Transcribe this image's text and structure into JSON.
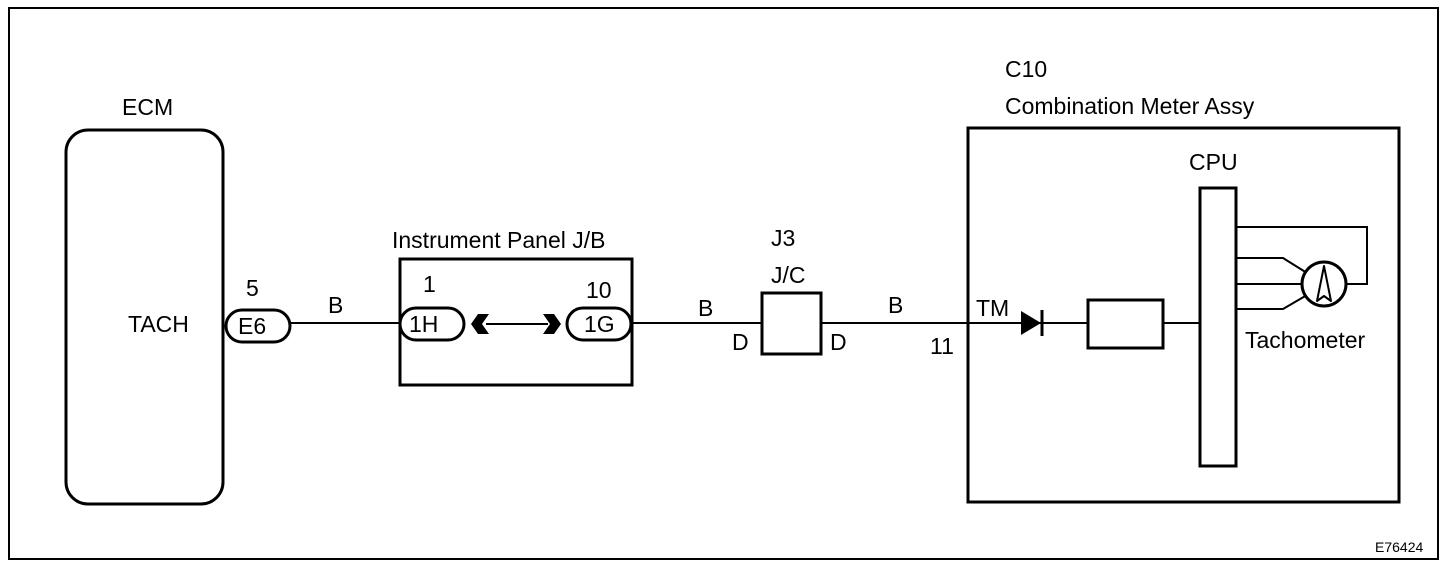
{
  "ecm": {
    "title": "ECM",
    "terminal": "TACH"
  },
  "ecm_connector": {
    "pin": "5",
    "label": "E6"
  },
  "wire_colors": {
    "w1": "B",
    "w2": "B",
    "w3": "B"
  },
  "instrument_jb": {
    "title": "Instrument Panel J/B",
    "left_pin": "1",
    "left_connector": "1H",
    "right_pin": "10",
    "right_connector": "1G"
  },
  "junction": {
    "id": "J3",
    "type": "J/C",
    "left_pin": "D",
    "right_pin": "D"
  },
  "meter": {
    "code": "C10",
    "name": "Combination Meter Assy",
    "terminal_label": "TM",
    "terminal_pin": "11",
    "cpu_label": "CPU",
    "tachometer_label": "Tachometer"
  },
  "figure_id": "E76424"
}
